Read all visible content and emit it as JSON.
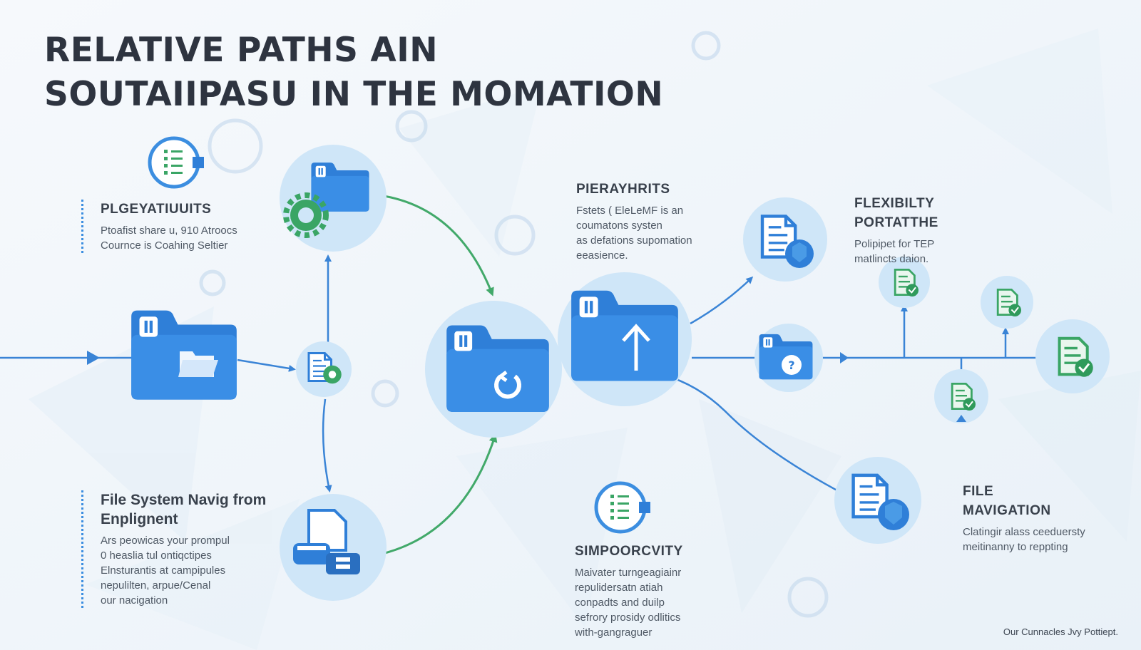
{
  "title": {
    "line1": "RELATIVE PATHS AIN",
    "line2": "SOUTAIIPASU IN THE MOMATION"
  },
  "blocks": {
    "pigeyatiuits": {
      "heading": [
        "PLGEYATIUUITS"
      ],
      "body": [
        "Ptoafist share u, 910 Atroocs",
        "Cournce is Coahing Seltier"
      ]
    },
    "file_system": {
      "heading": [
        "File System Navig from",
        "Enplignent"
      ],
      "body": [
        "Ars peowicas your prompul",
        "0 heaslia tul ontiqctipes",
        "Elnsturantis at campipules",
        "nepulilten, arpue/Cenal",
        "our nacigation"
      ]
    },
    "pierayhrits": {
      "heading": [
        "PIERAYHRITS"
      ],
      "body": [
        "Fstets ( EleLeMF is an",
        "coumatons systen",
        "as defations supomation",
        "eeasience."
      ]
    },
    "flexibility": {
      "heading": [
        "FLEXIBILTY",
        "PORTATTHE"
      ],
      "body": [
        "Polipipet for TEP",
        "matlincts daion."
      ]
    },
    "simporcvity": {
      "heading": [
        "SIMPOORCVITY"
      ],
      "body": [
        "Maivater turngeagiainr",
        "repulidersatn atiah",
        "conpadts and duilp",
        "sefrory prosidy odlitics",
        "with-gangraguer"
      ]
    },
    "file_navigation": {
      "heading": [
        "FILE",
        "MAVIGATION"
      ],
      "body": [
        "Clatingir alass ceeduersty",
        "meitinanny to reppting"
      ]
    }
  },
  "footer": "Our Cunnacles Jvy Pottiept.",
  "colors": {
    "title": "#2e3440",
    "circle_fill": "#cfe6f8",
    "folder_blue": "#2f7fd8",
    "doc_green": "#3aa565",
    "arrow_green": "#42a96a",
    "arrow_blue": "#3a84d6",
    "rule_blue": "#3c8ee0"
  },
  "icons": [
    "folder-icon",
    "gear-icon",
    "document-icon",
    "printer-icon",
    "shield-icon",
    "refresh-icon",
    "arrow-up-icon",
    "question-icon",
    "list-icon"
  ]
}
